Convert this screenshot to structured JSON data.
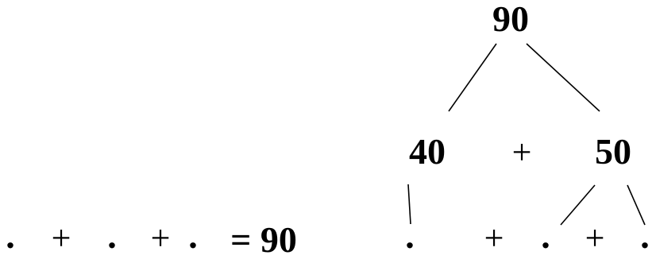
{
  "left_equation": {
    "term_1": ".",
    "op_1": "+",
    "term_2": ".",
    "op_2": "+",
    "term_3": ".",
    "result": "= 90"
  },
  "tree": {
    "root": "90",
    "left_child": "40",
    "plus_mid": "+",
    "right_child": "50",
    "leaf_1": ".",
    "leaf_op_1": "+",
    "leaf_2": ".",
    "leaf_op_2": "+",
    "leaf_3": "."
  }
}
